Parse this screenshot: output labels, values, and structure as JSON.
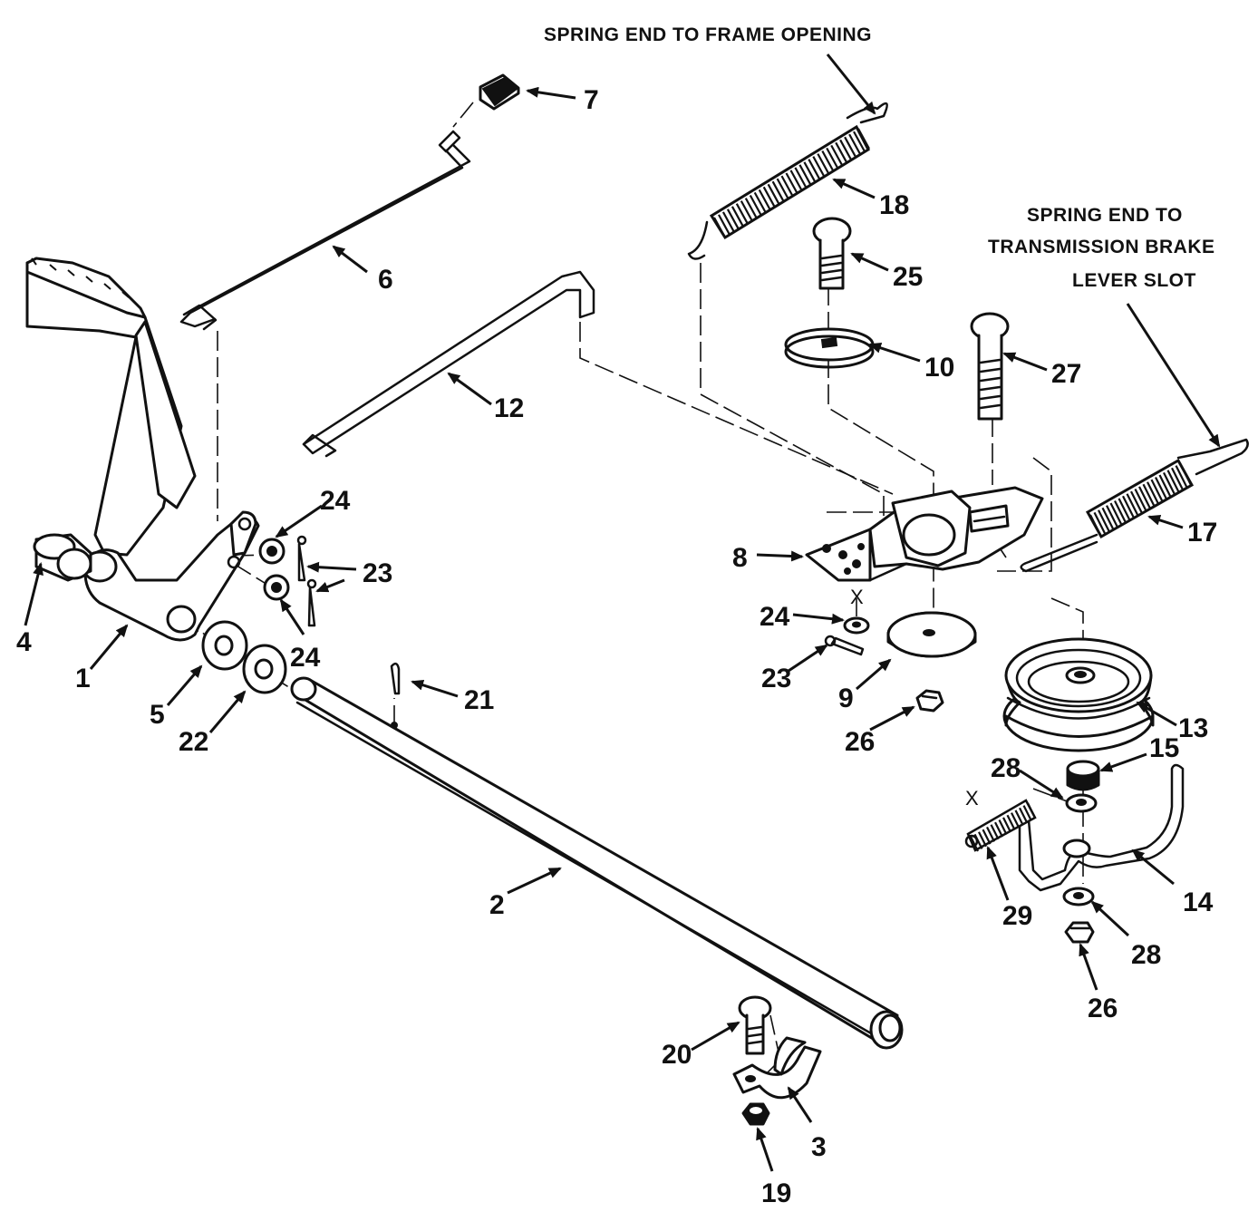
{
  "notes": {
    "frame_opening": "SPRING END TO FRAME OPENING",
    "brake_line1": "SPRING END TO",
    "brake_line2": "TRANSMISSION BRAKE",
    "brake_line3": "LEVER SLOT"
  },
  "x_marks": [
    "X",
    "X"
  ],
  "callouts": [
    "7",
    "6",
    "18",
    "25",
    "10",
    "27",
    "12",
    "17",
    "24",
    "23",
    "24",
    "8",
    "24",
    "23",
    "9",
    "26",
    "13",
    "15",
    "28",
    "4",
    "1",
    "5",
    "22",
    "21",
    "29",
    "14",
    "28",
    "26",
    "2",
    "20",
    "3",
    "19"
  ]
}
